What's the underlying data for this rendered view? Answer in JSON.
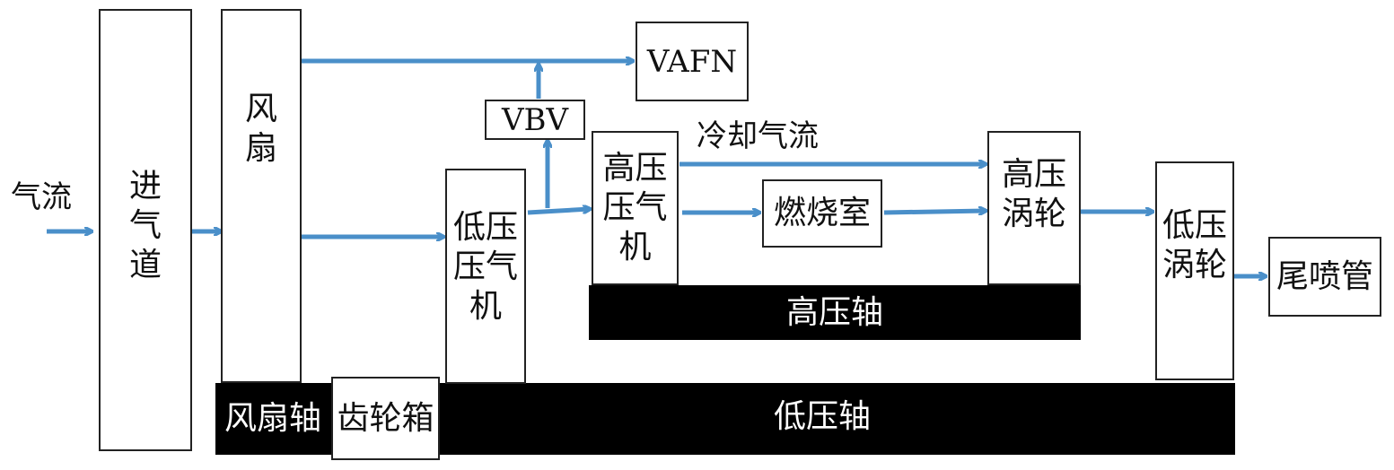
{
  "diagram": {
    "labels": {
      "inflow": "气流",
      "inlet": "进\n气\n道",
      "fan": "风\n扇",
      "lpc": "低压\n压气\n机",
      "vbv": "VBV",
      "vafn": "VAFN",
      "hpc": "高压\n压气\n机",
      "cooling": "冷却气流",
      "combustor": "燃烧室",
      "hpt": "高压\n涡轮",
      "lpt": "低压\n涡轮",
      "nozzle": "尾喷管",
      "hp_shaft": "高压轴",
      "fan_shaft": "风扇轴",
      "gearbox": "齿轮箱",
      "lp_shaft": "低压轴"
    },
    "colors": {
      "arrow": "#4a8fc9",
      "shaft": "#000000",
      "box_border": "#222222"
    }
  }
}
